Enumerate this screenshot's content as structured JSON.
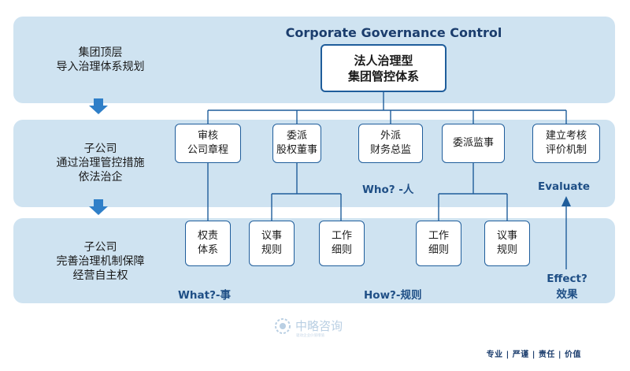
{
  "title": "Corporate Governance Control",
  "bands": [
    {
      "label_lines": [
        "集团顶层",
        "导入治理体系规划"
      ]
    },
    {
      "label_lines": [
        "子公司",
        "通过治理管控措施",
        "依法治企"
      ]
    },
    {
      "label_lines": [
        "子公司",
        "完善治理机制保障",
        "经营自主权"
      ]
    }
  ],
  "top_box": {
    "lines": [
      "法人治理型",
      "集团管控体系"
    ]
  },
  "mid_boxes": [
    {
      "lines": [
        "审核",
        "公司章程"
      ]
    },
    {
      "lines": [
        "委派",
        "股权董事"
      ]
    },
    {
      "lines": [
        "外派",
        "财务总监"
      ]
    },
    {
      "lines": [
        "委派监事"
      ]
    },
    {
      "lines": [
        "建立考核",
        "评价机制"
      ]
    }
  ],
  "bottom_boxes": [
    {
      "lines": [
        "权责",
        "体系"
      ]
    },
    {
      "lines": [
        "议事",
        "规则"
      ]
    },
    {
      "lines": [
        "工作",
        "细则"
      ]
    },
    {
      "lines": [
        "工作",
        "细则"
      ]
    },
    {
      "lines": [
        "议事",
        "规则"
      ]
    }
  ],
  "tags": {
    "who": "Who? -人",
    "evaluate": "Evaluate",
    "what": "What?-事",
    "how": "How?-规则",
    "effect_line1": "Effect?",
    "effect_line2": "效果"
  },
  "logo": {
    "name": "中略咨询",
    "tagline": "驱动企业价值增值"
  },
  "footer": "专业 | 严谨 | 责任 | 价值",
  "colors": {
    "band": "#cfe3f1",
    "border": "#1f5d9b",
    "accent": "#1f4f86",
    "arrow": "#2f7fc8"
  }
}
